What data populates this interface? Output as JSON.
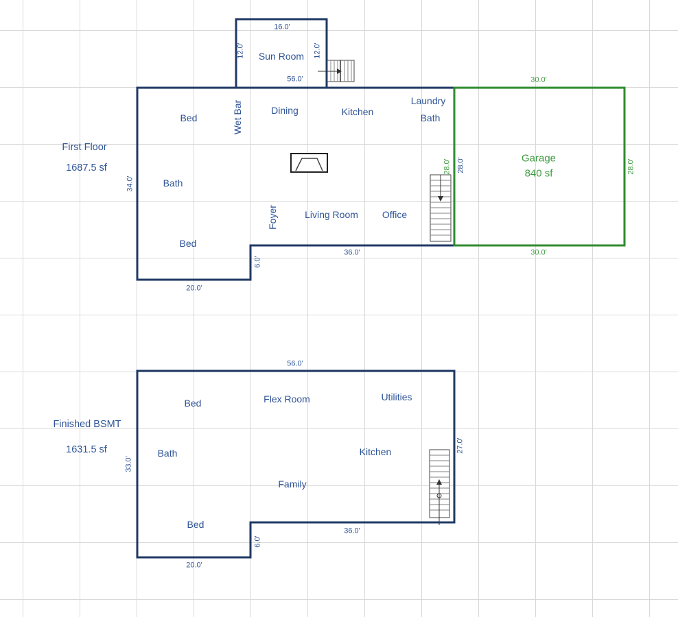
{
  "colors": {
    "wall_blue": "#1f3864",
    "text_blue": "#2f5496",
    "wall_green": "#2e8b2e",
    "text_green": "#3f9a3f",
    "grid": "#d9d9d9"
  },
  "first_floor": {
    "title": "First Floor",
    "area": "1687.5 sf",
    "rooms": {
      "sun_room": "Sun Room",
      "bed_top": "Bed",
      "wet_bar": "Wet Bar",
      "dining": "Dining",
      "kitchen": "Kitchen",
      "laundry": "Laundry",
      "laundry_bath": "Bath",
      "bath": "Bath",
      "foyer": "Foyer",
      "living_room": "Living Room",
      "office": "Office",
      "bed_bottom": "Bed"
    },
    "dims": {
      "sun_top": "16.0'",
      "sun_left": "12.0'",
      "sun_right": "12.0'",
      "top": "56.0'",
      "left": "34.0'",
      "right": "28.0'",
      "step": "6.0'",
      "bottom_right": "36.0'",
      "bottom_left": "20.0'"
    }
  },
  "garage": {
    "title": "Garage",
    "area": "840 sf",
    "dims": {
      "top": "30.0'",
      "bottom": "30.0'",
      "left": "28.0'",
      "right": "28.0'"
    }
  },
  "basement": {
    "title": "Finished BSMT",
    "area": "1631.5 sf",
    "rooms": {
      "bed_top": "Bed",
      "flex_room": "Flex Room",
      "utilities": "Utilities",
      "bath": "Bath",
      "kitchen": "Kitchen",
      "family": "Family",
      "bed_bottom": "Bed"
    },
    "dims": {
      "top": "56.0'",
      "left": "33.0'",
      "right": "27.0'",
      "step": "6.0'",
      "bottom_right": "36.0'",
      "bottom_left": "20.0'"
    }
  }
}
